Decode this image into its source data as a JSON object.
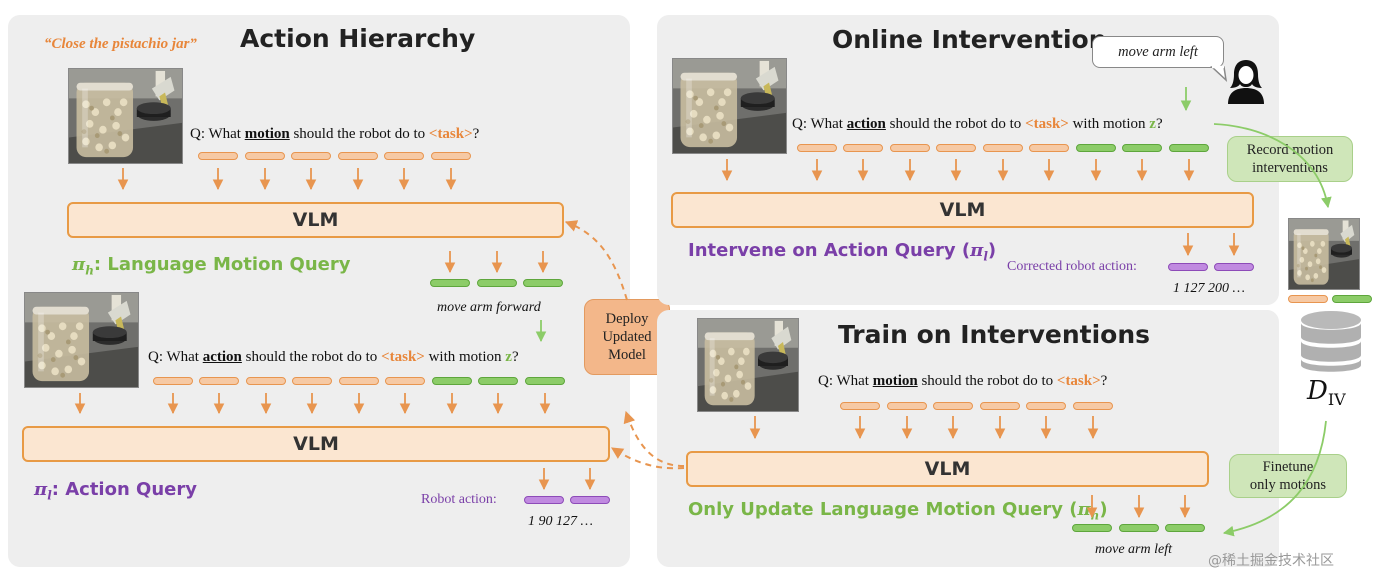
{
  "left_panel": {
    "title": "Action Hierarchy",
    "instruction": "“Close the pistachio jar”",
    "top": {
      "q_prefix": "Q: What ",
      "q_keyword": "motion",
      "q_middle": " should the robot do to ",
      "q_task": "<task>",
      "q_suffix": "?",
      "vlm": "VLM",
      "policy_symbol": "π",
      "policy_sub": "h",
      "policy_text": ": Language Motion Query"
    },
    "output_text": "move arm forward",
    "bottom": {
      "q_prefix": "Q: What ",
      "q_keyword": "action",
      "q_middle": " should the robot do to ",
      "q_task": "<task>",
      "q_with": " with motion ",
      "q_z": "z",
      "q_suffix": "?",
      "vlm": "VLM",
      "policy_symbol": "π",
      "policy_sub": "l",
      "policy_text": ": Action Query",
      "robot_action_label": "Robot action:",
      "robot_action_values": "1 90 127 …"
    }
  },
  "deploy_badge": "Deploy\nUpdated\nModel",
  "online_panel": {
    "title": "Online Intervention",
    "bubble": "move arm left",
    "q_prefix": "Q: What ",
    "q_keyword": "action",
    "q_middle": " should the robot do to ",
    "q_task": "<task>",
    "q_with": " with motion ",
    "q_z": "z",
    "q_suffix": "?",
    "vlm": "VLM",
    "label_prefix": "Intervene on Action Query (",
    "label_symbol": "π",
    "label_sub": "l",
    "label_suffix": ")",
    "corrected_label": "Corrected robot action:",
    "corrected_values": "1 127 200 …"
  },
  "record_badge": "Record motion\ninterventions",
  "dataset_label_main": "D",
  "dataset_label_sub": "IV",
  "finetune_badge": "Finetune\nonly motions",
  "train_panel": {
    "title": "Train on Interventions",
    "q_prefix": "Q: What ",
    "q_keyword": "motion",
    "q_middle": " should the robot do to ",
    "q_task": "<task>",
    "q_suffix": "?",
    "vlm": "VLM",
    "label_prefix": "Only Update Language Motion Query (",
    "label_symbol": "π",
    "label_sub": "h",
    "label_suffix": ")",
    "output_text": "move arm left"
  },
  "watermark": "@稀土掘金技术社区",
  "colors": {
    "orange": "#e8863a",
    "green": "#7ab648",
    "purple": "#7a3fa8",
    "panel": "#eeeeee"
  }
}
